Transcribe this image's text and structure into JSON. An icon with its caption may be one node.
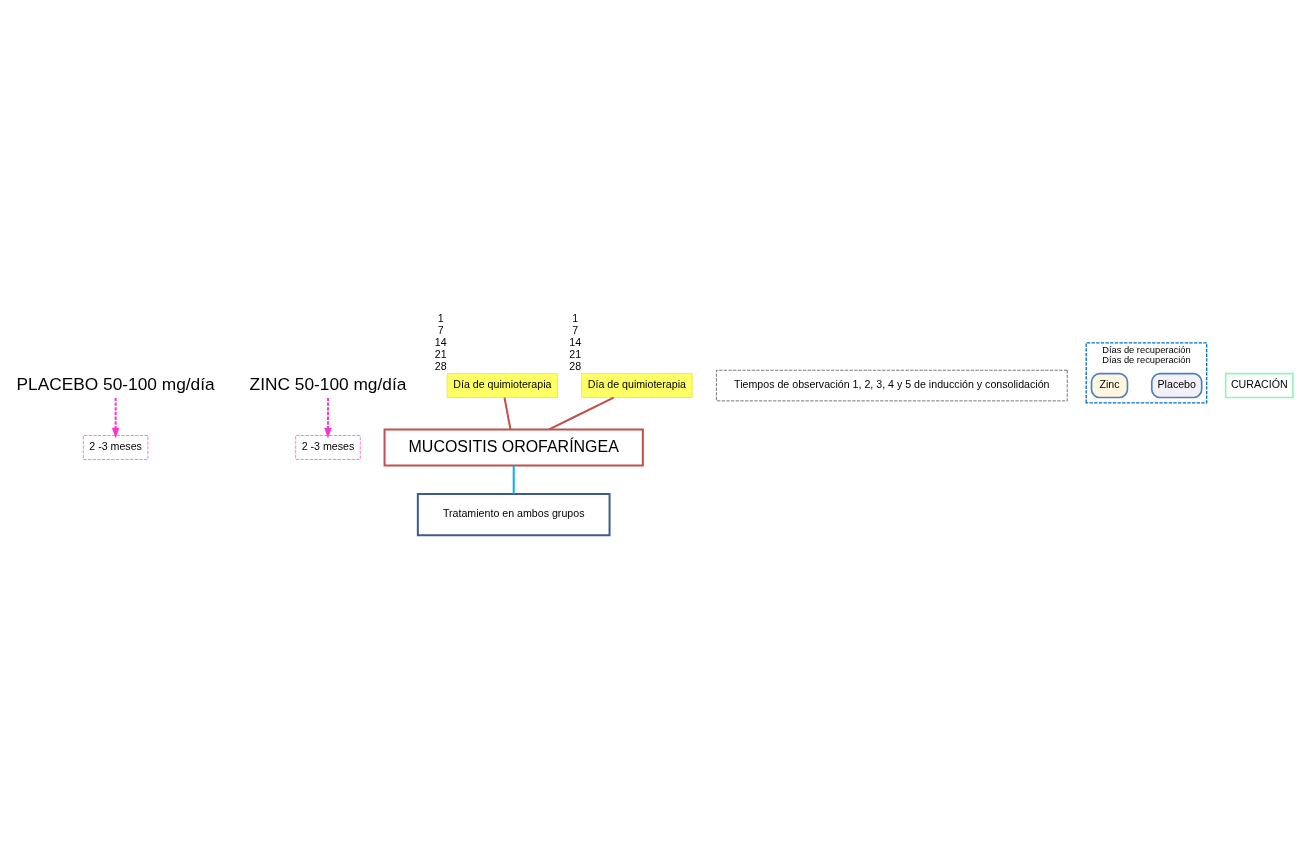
{
  "diagram": {
    "nodes": [
      {
        "text": [
          "PLACEBO 50-100 mg/día"
        ]
      },
      {
        "text": [
          "2 -3 meses"
        ]
      },
      {
        "text": [
          "ZINC 50-100 mg/día"
        ]
      },
      {
        "text": [
          "2 -3 meses"
        ]
      },
      {
        "text": [
          "Día de quimioterapia"
        ],
        "beside": [
          "1",
          "7",
          "14",
          "21",
          "28"
        ]
      },
      {
        "text": [
          "Tiempos de observación 1, 2, 3, 4 y 5 de inducción y consolidación"
        ]
      },
      {
        "text": [
          "Día de quimioterapia"
        ],
        "beside": [
          "1",
          "7",
          "14",
          "21",
          "28"
        ]
      },
      {
        "text": [
          "MUCOSITIS OROFARÍNGEA"
        ]
      },
      {
        "text": [
          "Tratamiento en ambos grupos"
        ]
      },
      {
        "text": [
          "Días de recuperación",
          "Días de recuperación"
        ]
      },
      {
        "text": [
          "Placebo"
        ],
        "in": 9
      },
      {
        "text": [
          "Zinc"
        ],
        "in": 9
      },
      {
        "text": [
          "CURACIÓN"
        ]
      }
    ],
    "edges": [
      {
        "from": 0,
        "to": 1,
        "arrow": "to",
        "style": "dashed",
        "color": "#ff33cc"
      },
      {
        "from": 2,
        "to": 3,
        "arrow": "to",
        "style": "dashed",
        "color": "#ff33cc"
      },
      {
        "from": 4,
        "to": 7,
        "arrow": "none",
        "color": "#c0504d"
      },
      {
        "from": 6,
        "to": 7,
        "arrow": "none",
        "color": "#c0504d"
      },
      {
        "from": 7,
        "to": 8,
        "arrow": "none",
        "color": "#00b0f0"
      }
    ]
  }
}
